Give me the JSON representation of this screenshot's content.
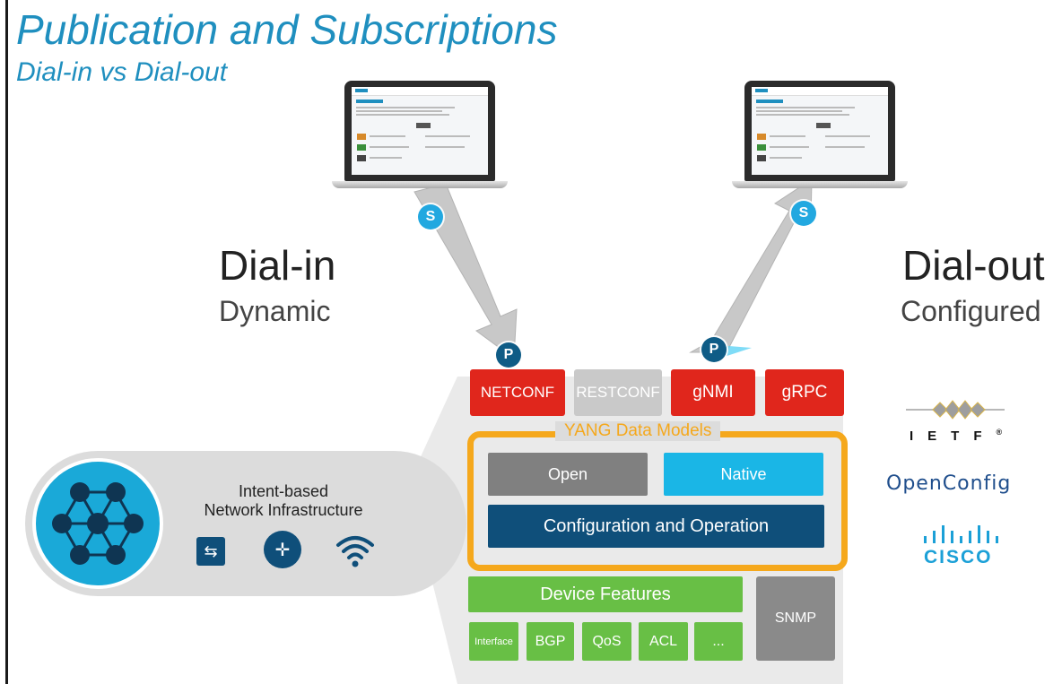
{
  "header": {
    "title": "Publication and Subscriptions",
    "subtitle": "Dial-in vs Dial-out"
  },
  "dial_in": {
    "title": "Dial-in",
    "subtitle": "Dynamic"
  },
  "dial_out": {
    "title": "Dial-out",
    "subtitle": "Configured"
  },
  "badges": {
    "subscriber": "S",
    "publisher": "P"
  },
  "protocols": [
    "NETCONF",
    "RESTCONF",
    "gNMI",
    "gRPC"
  ],
  "yang": {
    "label": "YANG Data Models",
    "open": "Open",
    "native": "Native",
    "config": "Configuration and Operation"
  },
  "device": {
    "features_label": "Device Features",
    "snmp": "SNMP",
    "features": [
      "Interface",
      "BGP",
      "QoS",
      "ACL",
      "..."
    ]
  },
  "infrastructure": {
    "line1": "Intent-based",
    "line2": "Network Infrastructure",
    "icons": [
      "switch-icon",
      "router-icon",
      "wifi-icon"
    ]
  },
  "logos": {
    "ietf": "IETF",
    "ietf_mark": "®",
    "openconfig": "OpenConfig",
    "cisco": "CISCO"
  },
  "colors": {
    "title_blue": "#1f8fbf",
    "protocol_red": "#e0261c",
    "yang_orange": "#f5a81c",
    "native_cyan": "#1ab6e6",
    "config_navy": "#0f4f7a",
    "feature_green": "#68bf45",
    "grey": "#808080"
  }
}
